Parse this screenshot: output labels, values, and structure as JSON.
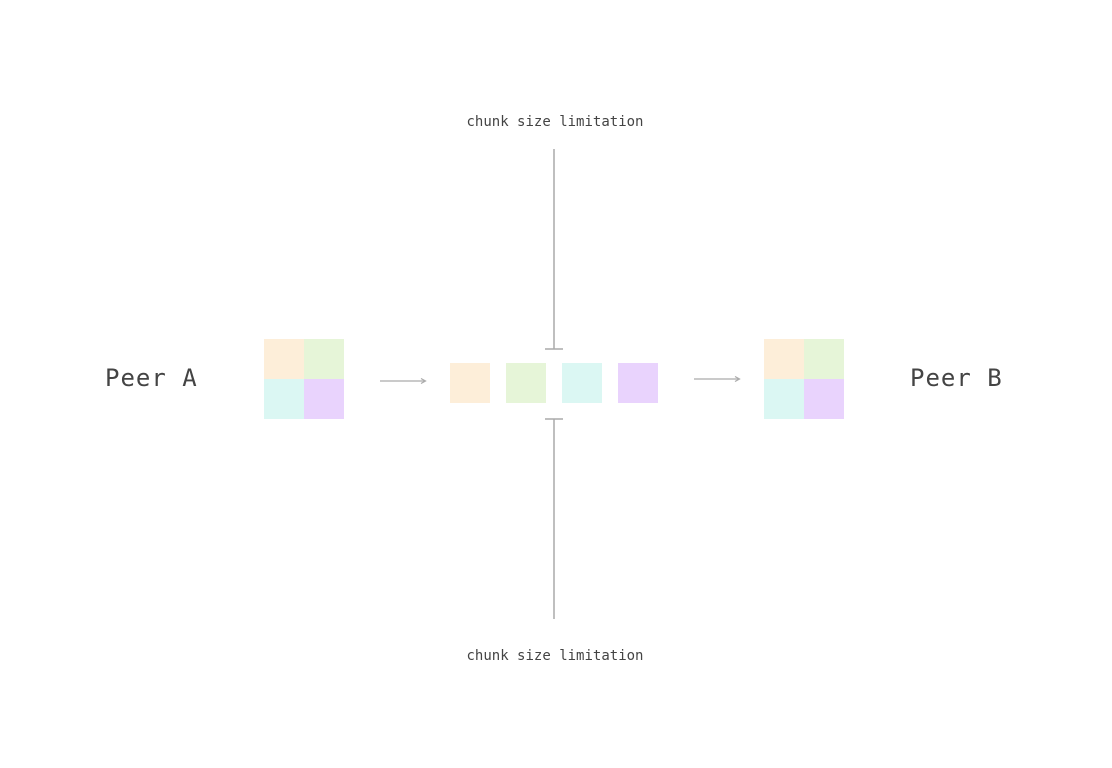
{
  "peers": {
    "a_label": "Peer A",
    "b_label": "Peer B"
  },
  "limit": {
    "top_label": "chunk size limitation",
    "bottom_label": "chunk size limitation"
  },
  "colors": {
    "chunk_1": "#fdeed9",
    "chunk_2": "#e6f5d8",
    "chunk_3": "#dbf7f3",
    "chunk_4": "#e9d3fd",
    "line": "#aaaaaa",
    "text": "#444444"
  },
  "chunks": [
    "chunk_1",
    "chunk_2",
    "chunk_3",
    "chunk_4"
  ]
}
